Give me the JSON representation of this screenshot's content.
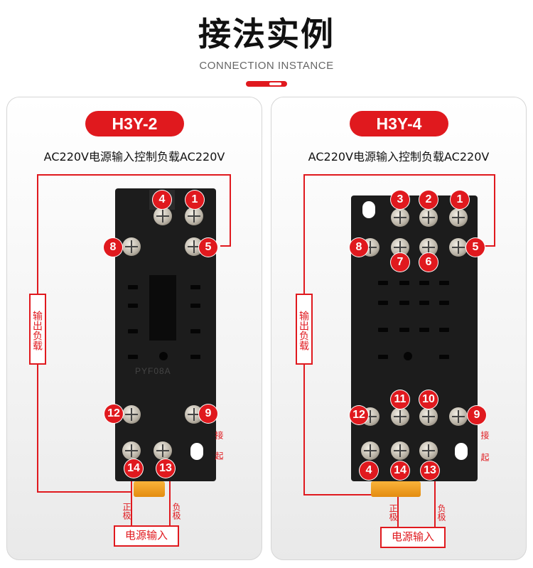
{
  "header": {
    "title": "接法实例",
    "subtitle": "CONNECTION INSTANCE"
  },
  "panels": [
    {
      "model": "H3Y-2",
      "description": "AC220V电源输入控制负载AC220V",
      "output_label": "输出负载",
      "jumper_label_top": "接",
      "jumper_label_bottom": "起",
      "positive_label": "正极",
      "negative_label": "负极",
      "power_label": "电源输入",
      "base_marking": "PYF08A",
      "terminals": [
        "4",
        "1",
        "8",
        "5",
        "12",
        "9",
        "14",
        "13"
      ]
    },
    {
      "model": "H3Y-4",
      "description": "AC220V电源输入控制负载AC220V",
      "output_label": "输出负载",
      "jumper_label_top": "接",
      "jumper_label_bottom": "起",
      "positive_label": "正极",
      "negative_label": "负极",
      "power_label": "电源输入",
      "terminals": [
        "3",
        "2",
        "1",
        "8",
        "7",
        "6",
        "5",
        "11",
        "10",
        "12",
        "9",
        "4",
        "14",
        "13"
      ]
    }
  ],
  "colors": {
    "accent": "#e0191e",
    "base": "#1c1c1c",
    "tab": "#f2a024"
  }
}
